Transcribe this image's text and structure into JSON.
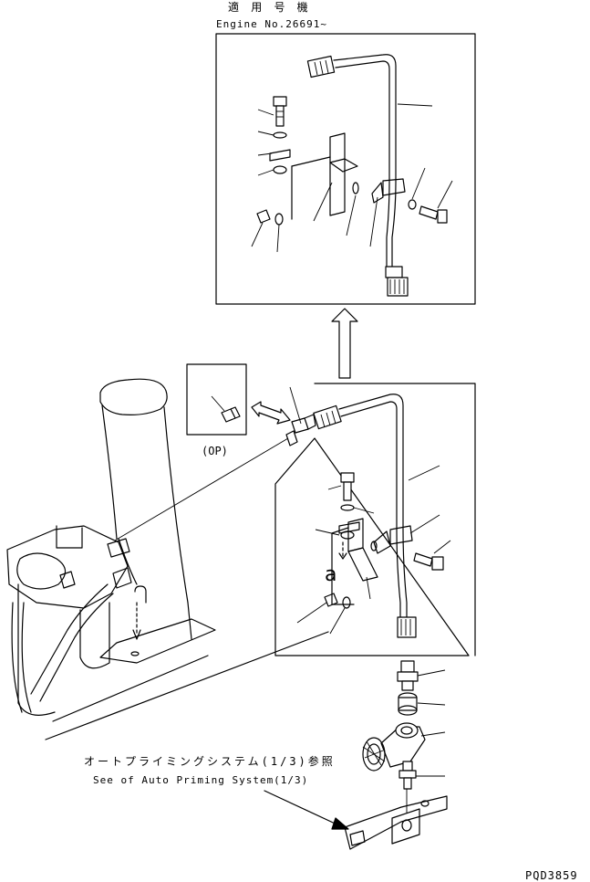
{
  "header": {
    "applicable_machine_jp": "適 用 号 機",
    "engine_number": "Engine No.26691~"
  },
  "option_label": "(OP)",
  "detail_marker": "a",
  "reference_note": {
    "jp": "オートプライミングシステム(1/3)参照",
    "en": "See of Auto Priming System(1/3)"
  },
  "drawing_id": "PQD3859"
}
